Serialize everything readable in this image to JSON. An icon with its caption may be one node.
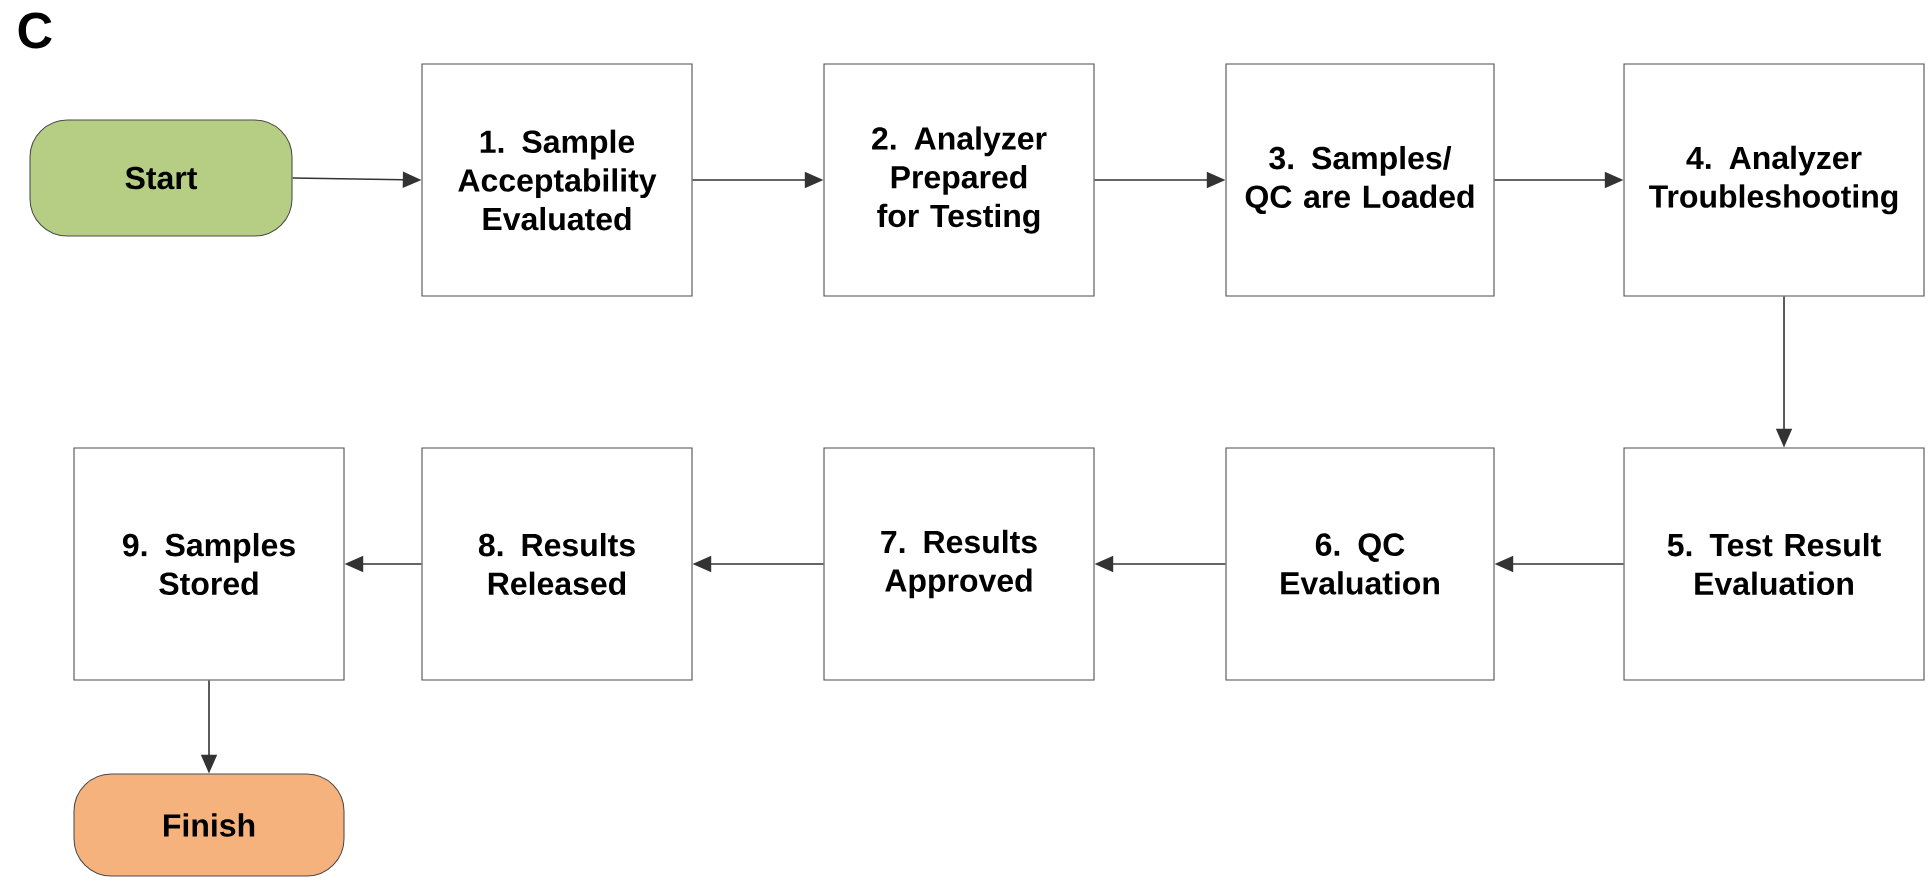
{
  "diagram": {
    "nodes": [
      {
        "text": [
          "Start"
        ]
      },
      {
        "text": [
          "1. Sample Acceptability Evaluated"
        ]
      },
      {
        "text": [
          "2. Analyzer Prepared for Testing"
        ]
      },
      {
        "text": [
          "3. Samples/ QC are Loaded"
        ]
      },
      {
        "text": [
          "4. Analyzer Troubleshooting"
        ]
      },
      {
        "text": [
          "5. Test Result Evaluation"
        ]
      },
      {
        "text": [
          "6. QC Evaluation"
        ]
      },
      {
        "text": [
          "7. Results Approved"
        ]
      },
      {
        "text": [
          "8. Results Released"
        ]
      },
      {
        "text": [
          "9. Samples Stored"
        ]
      },
      {
        "text": [
          "Finish"
        ]
      }
    ],
    "edges": [
      {
        "from": 0,
        "to": 1,
        "arrow": "to"
      },
      {
        "from": 1,
        "to": 2,
        "arrow": "to"
      },
      {
        "from": 2,
        "to": 3,
        "arrow": "to"
      },
      {
        "from": 3,
        "to": 4,
        "arrow": "to"
      },
      {
        "from": 4,
        "to": 5,
        "arrow": "to"
      },
      {
        "from": 5,
        "to": 6,
        "arrow": "to"
      },
      {
        "from": 6,
        "to": 7,
        "arrow": "to"
      },
      {
        "from": 7,
        "to": 8,
        "arrow": "to"
      },
      {
        "from": 8,
        "to": 9,
        "arrow": "to"
      },
      {
        "from": 9,
        "to": 10,
        "arrow": "to"
      }
    ],
    "labels": [
      "C"
    ]
  }
}
